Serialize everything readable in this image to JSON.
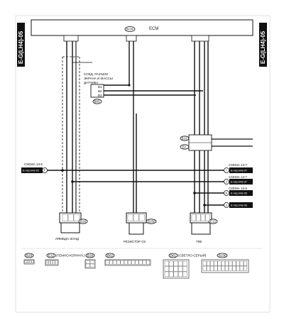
{
  "edge_tag_left": "E-G(LH4)-05",
  "edge_tag_right": "E-G(LH4)-05",
  "ecm": {
    "label": "ECM",
    "connector": "B136"
  },
  "check_connector": {
    "lines": [
      "СОЕД. РАЗЪЕМ",
      "ЭКРАНА И МАССЫ",
      "ДАТЧИКА"
    ],
    "pins": [
      "B1",
      "B2",
      "B3"
    ],
    "ground_ref": "B65"
  },
  "inline_connectors": [
    "B21",
    "E2"
  ],
  "crossrefs": {
    "left": {
      "label": "СХЕМА 13-5",
      "tag": "E-G(LH4)-03",
      "letter": "F"
    },
    "right": [
      {
        "label": "СХЕМА 13-7",
        "tag": "E-G(LH4)-07",
        "letter": "I"
      },
      {
        "label": "СХЕМА 13-7",
        "tag": "E-G(LH4)-07",
        "letter": "J"
      },
      {
        "label": "СХЕМА 13-6",
        "tag": "E-G(LH4)-06",
        "letter": "K"
      },
      {
        "label": "",
        "tag": "E-G(LH4)-06",
        "letter": "L"
      }
    ]
  },
  "components": [
    {
      "label": "ЛЯМБДА-ЗОНД",
      "connector": "B18"
    },
    {
      "label": "РЕЗИСТОР O2",
      "connector": "B150"
    },
    {
      "label": "ТКБ",
      "connector": "E12"
    }
  ],
  "legend": [
    {
      "id": "B18",
      "text": ""
    },
    {
      "id": "E12",
      "text": "(ТЕМНО-КОРИЧН.)"
    },
    {
      "id": "B18",
      "text": ""
    },
    {
      "id": "B62",
      "text": ""
    },
    {
      "id": "B61",
      "text": "(СВЕТЛО-СЕРЫЙ)"
    },
    {
      "id": "B136",
      "text": ""
    }
  ]
}
